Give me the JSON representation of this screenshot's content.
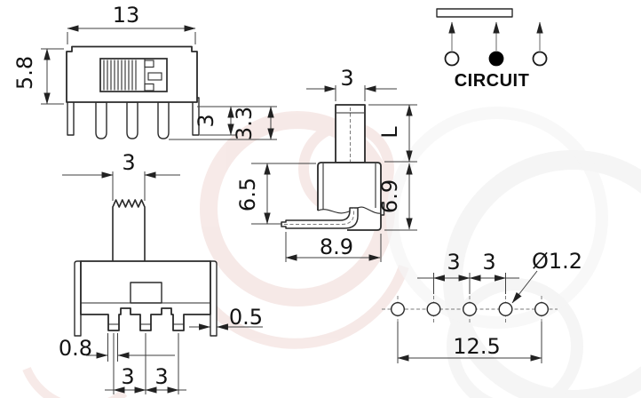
{
  "drawing": {
    "views": {
      "front": {
        "width": "13",
        "height": "5.8",
        "bracket_length": "3",
        "pin_length": "3.3"
      },
      "side": {
        "actuator_width": "3",
        "actuator_height": "L",
        "body_height": "6.9",
        "upper_height": "6.5",
        "depth": "8.9"
      },
      "rear": {
        "actuator_width": "3",
        "pin_width": "0.8",
        "pin_pitch_a": "3",
        "pin_pitch_b": "3",
        "bracket_thickness": "0.5"
      },
      "circuit": {
        "label": "CIRCUIT"
      },
      "pcb": {
        "hole_pitch_a": "3",
        "hole_pitch_b": "3",
        "hole_diameter": "Ø1.2",
        "hole_span": "12.5"
      }
    },
    "colors": {
      "line": "#2a2a2a",
      "dimension": "#3f3f3f",
      "watermark_pink": "#f0d8d5",
      "watermark_gray": "#ededed",
      "filled_contact": "#000000"
    }
  }
}
